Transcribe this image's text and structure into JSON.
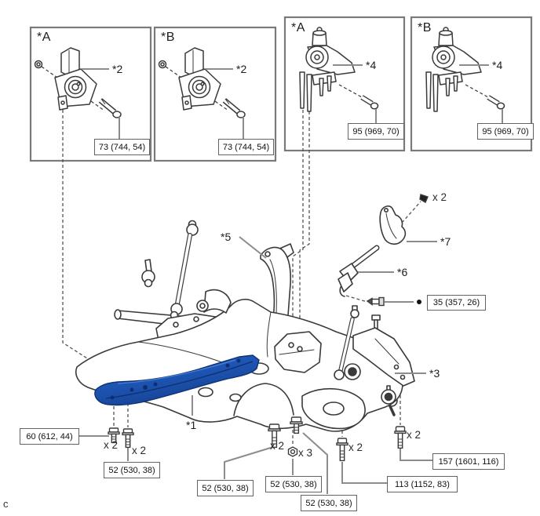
{
  "figure": {
    "corner_label": "c",
    "panels": [
      {
        "tag": "*A",
        "part": "*2",
        "torque": "73 (744, 54)"
      },
      {
        "tag": "*B",
        "part": "*2",
        "torque": "73 (744, 54)"
      },
      {
        "tag": "*A",
        "part": "*4",
        "torque": "95 (969, 70)"
      },
      {
        "tag": "*B",
        "part": "*4",
        "torque": "95 (969, 70)"
      }
    ],
    "callouts": {
      "brace": "*1",
      "member": "*3",
      "bracket5": "*5",
      "shaft": "*6",
      "bracket7": "*7"
    },
    "torques": {
      "brace_front": "60 (612, 44)",
      "common": "52 (530, 38)",
      "column_bolt": "35 (357, 26)",
      "member_front": "113 (1152, 83)",
      "member_rear": "157 (1601, 116)"
    },
    "multipliers": {
      "x2": "x 2",
      "x3": "x 3"
    },
    "colors": {
      "highlight_blue": "#1d53b0",
      "line_art": "#3a3a3a",
      "leader_gray": "#8c8c8c",
      "panel_border": "#7a7a7a"
    }
  }
}
